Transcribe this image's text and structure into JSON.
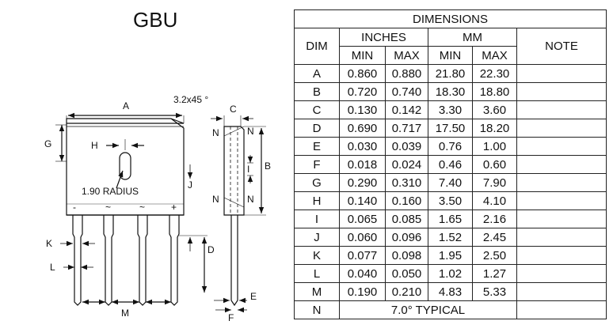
{
  "package_title": "GBU",
  "drawing": {
    "chamfer_label": "3.2x45 °",
    "radius_label": "1.90 RADIUS",
    "pin_signs": [
      "-",
      "~",
      "~",
      "+"
    ],
    "letters": {
      "A": "A",
      "B": "B",
      "C": "C",
      "D": "D",
      "E": "E",
      "F": "F",
      "G": "G",
      "H": "H",
      "I": "I",
      "J": "J",
      "K": "K",
      "L": "L",
      "M": "M",
      "N": "N"
    }
  },
  "table": {
    "title": "DIMENSIONS",
    "dim_header": "DIM",
    "inches_header": "INCHES",
    "mm_header": "MM",
    "note_header": "NOTE",
    "min_label": "MIN",
    "max_label": "MAX",
    "rows": [
      {
        "dim": "A",
        "in_min": "0.860",
        "in_max": "0.880",
        "mm_min": "21.80",
        "mm_max": "22.30",
        "note": ""
      },
      {
        "dim": "B",
        "in_min": "0.720",
        "in_max": "0.740",
        "mm_min": "18.30",
        "mm_max": "18.80",
        "note": ""
      },
      {
        "dim": "C",
        "in_min": "0.130",
        "in_max": "0.142",
        "mm_min": "3.30",
        "mm_max": "3.60",
        "note": ""
      },
      {
        "dim": "D",
        "in_min": "0.690",
        "in_max": "0.717",
        "mm_min": "17.50",
        "mm_max": "18.20",
        "note": ""
      },
      {
        "dim": "E",
        "in_min": "0.030",
        "in_max": "0.039",
        "mm_min": "0.76",
        "mm_max": "1.00",
        "note": ""
      },
      {
        "dim": "F",
        "in_min": "0.018",
        "in_max": "0.024",
        "mm_min": "0.46",
        "mm_max": "0.60",
        "note": ""
      },
      {
        "dim": "G",
        "in_min": "0.290",
        "in_max": "0.310",
        "mm_min": "7.40",
        "mm_max": "7.90",
        "note": ""
      },
      {
        "dim": "H",
        "in_min": "0.140",
        "in_max": "0.160",
        "mm_min": "3.50",
        "mm_max": "4.10",
        "note": ""
      },
      {
        "dim": "I",
        "in_min": "0.065",
        "in_max": "0.085",
        "mm_min": "1.65",
        "mm_max": "2.16",
        "note": ""
      },
      {
        "dim": "J",
        "in_min": "0.060",
        "in_max": "0.096",
        "mm_min": "1.52",
        "mm_max": "2.45",
        "note": ""
      },
      {
        "dim": "K",
        "in_min": "0.077",
        "in_max": "0.098",
        "mm_min": "1.95",
        "mm_max": "2.50",
        "note": ""
      },
      {
        "dim": "L",
        "in_min": "0.040",
        "in_max": "0.050",
        "mm_min": "1.02",
        "mm_max": "1.27",
        "note": ""
      },
      {
        "dim": "M",
        "in_min": "0.190",
        "in_max": "0.210",
        "mm_min": "4.83",
        "mm_max": "5.33",
        "note": ""
      }
    ],
    "last_row": {
      "dim": "N",
      "value": "7.0° TYPICAL",
      "note": ""
    }
  }
}
